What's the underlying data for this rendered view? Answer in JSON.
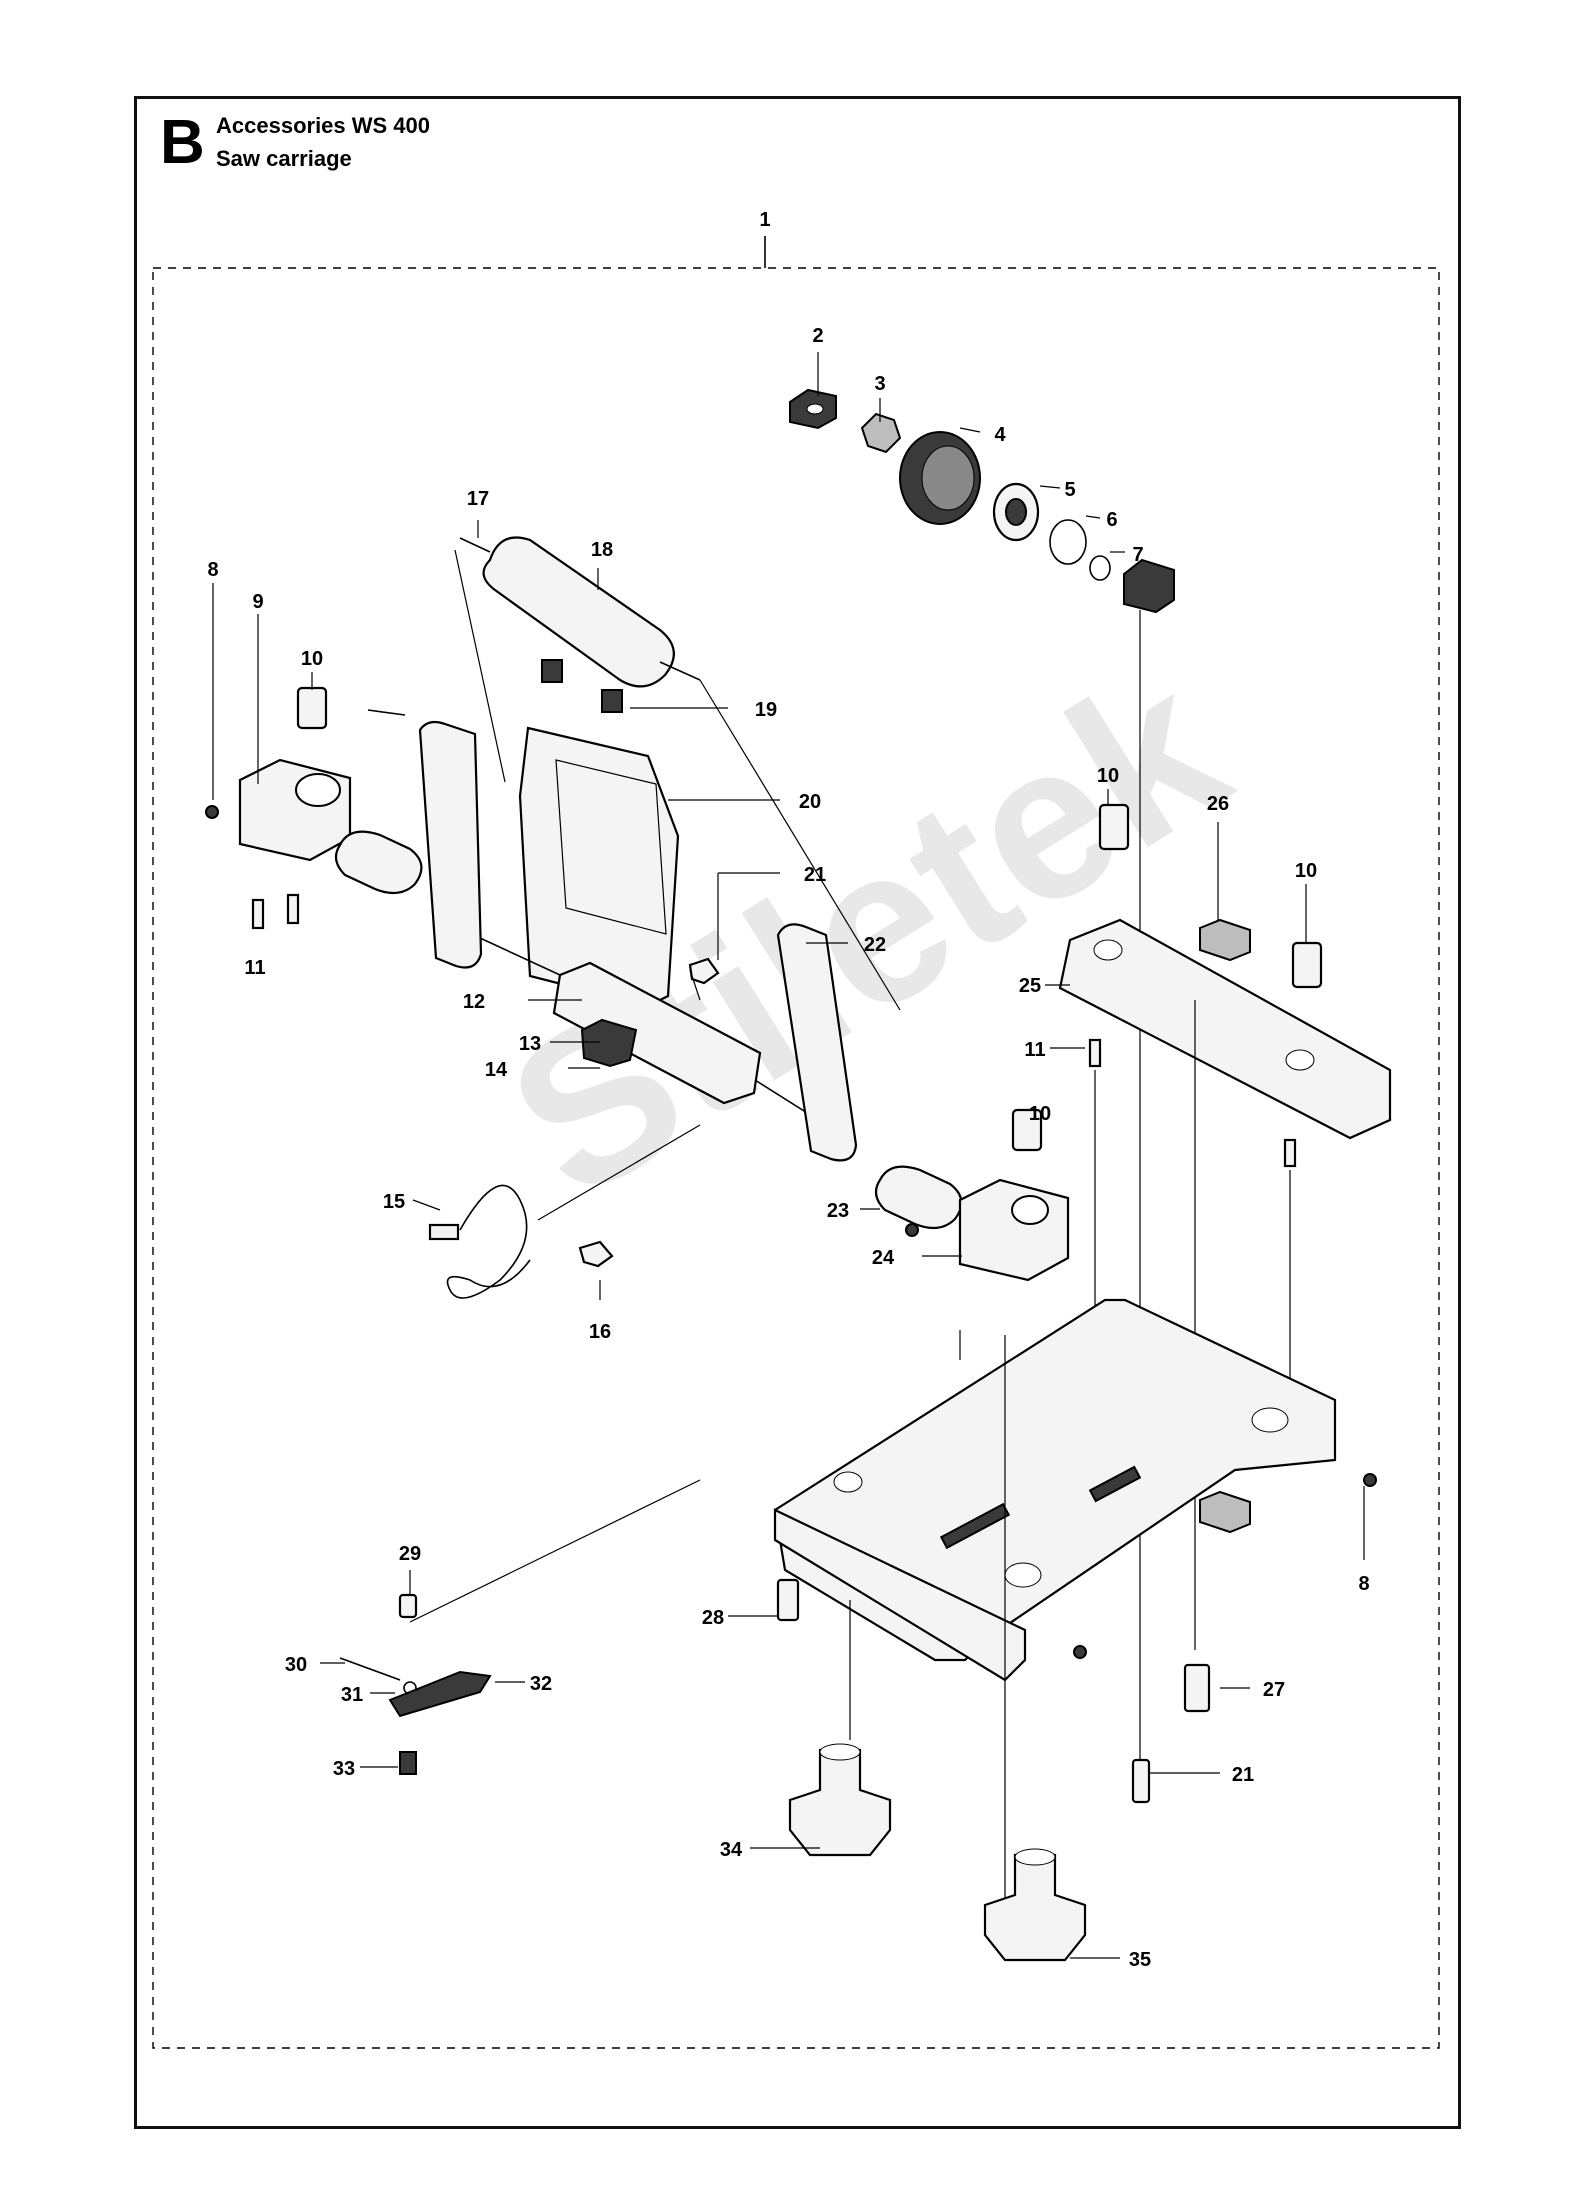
{
  "header": {
    "section_letter": "B",
    "title_line1": "Accessories WS 400",
    "title_line2": "Saw carriage"
  },
  "callouts": [
    "1",
    "2",
    "3",
    "4",
    "5",
    "6",
    "7",
    "8",
    "9",
    "10",
    "10",
    "10",
    "10",
    "11",
    "11",
    "12",
    "13",
    "14",
    "15",
    "16",
    "17",
    "18",
    "19",
    "20",
    "21",
    "21",
    "22",
    "23",
    "24",
    "25",
    "26",
    "27",
    "28",
    "29",
    "30",
    "31",
    "32",
    "33",
    "34",
    "35",
    "8"
  ],
  "watermark": "Stiletek"
}
